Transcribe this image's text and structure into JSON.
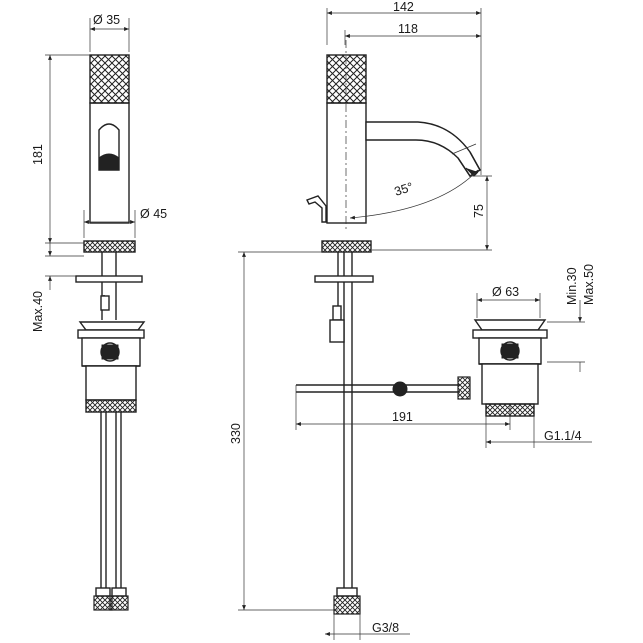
{
  "dimensions": {
    "front_diameter_top": "Ø 35",
    "front_height": "181",
    "front_diameter_base": "Ø 45",
    "front_max_thickness": "Max.40",
    "overall_height": "330",
    "total_width": "142",
    "spout_reach": "118",
    "spout_angle": "35°",
    "spout_height": "75",
    "rod_length": "191",
    "waste_diameter": "Ø 63",
    "waste_min": "Min.30",
    "waste_max": "Max.50",
    "waste_thread": "G1.1/4",
    "hose_thread": "G3/8"
  },
  "colors": {
    "line": "#222222",
    "background": "#ffffff"
  }
}
